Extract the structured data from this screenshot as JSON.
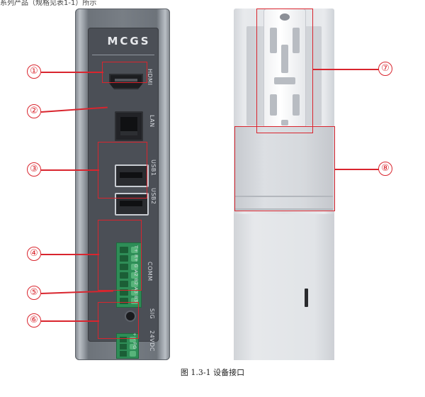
{
  "top_text": "系列产品（规格见表1-1）所示",
  "front_device": {
    "logo": "MCGS",
    "labels": {
      "hdmi": "HDMI",
      "lan": "LAN",
      "usb1": "USB1",
      "usb2": "USB2",
      "comm": "COMM",
      "comm_pins": "T+ R+ G A2 B2 A3 B3",
      "sig": "SIG",
      "power": "24VDC",
      "power_pins": "+ - FG"
    }
  },
  "callouts": [
    "①",
    "②",
    "③",
    "④",
    "⑤",
    "⑥",
    "⑦",
    "⑧"
  ],
  "caption": "图 1.3-1 设备接口",
  "colors": {
    "annotation_red": "#d9252e",
    "terminal_green": "#2e8d57"
  }
}
